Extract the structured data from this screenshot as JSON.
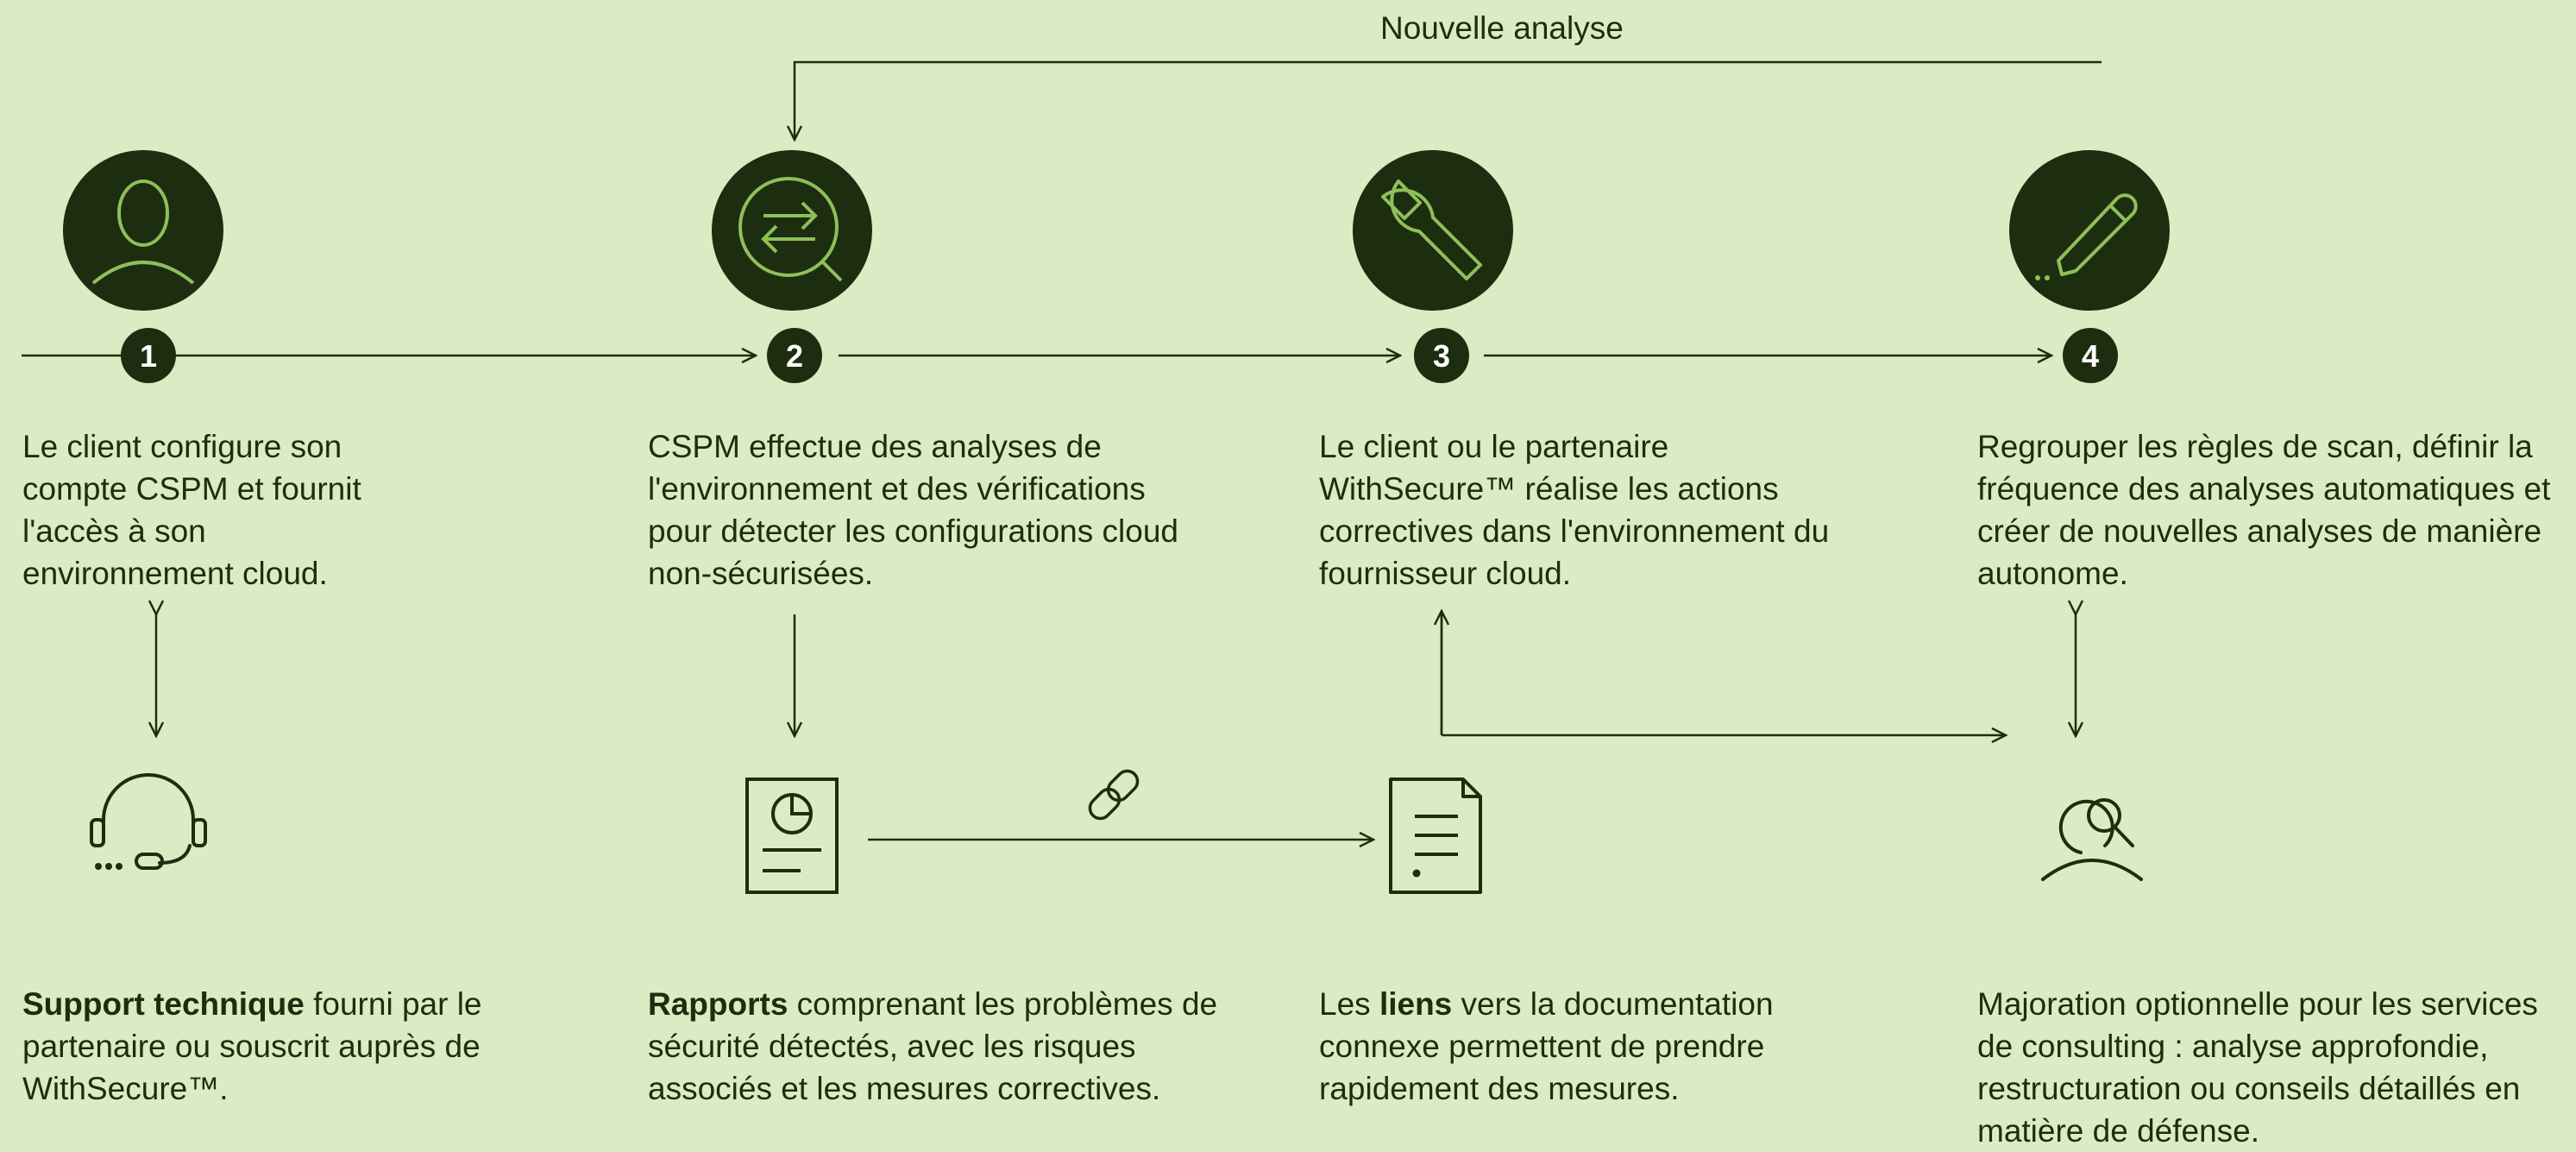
{
  "loop_label": "Nouvelle analyse",
  "steps": [
    {
      "number": "1",
      "icon": "user-icon",
      "text": "Le client configure son compte CSPM et fournit l'accès à son environnement cloud."
    },
    {
      "number": "2",
      "icon": "scan-search-icon",
      "text": "CSPM effectue des analyses de l'environnement et des vérifications pour détecter les configurations cloud non-sécurisées."
    },
    {
      "number": "3",
      "icon": "wrench-icon",
      "text": "Le client ou le partenaire WithSecure™ réalise les actions correctives dans l'environnement du fournisseur cloud."
    },
    {
      "number": "4",
      "icon": "pencil-icon",
      "text": "Regrouper les règles de scan, définir la fréquence des analyses automatiques et créer de nouvelles analyses de manière autonome."
    }
  ],
  "bottom": [
    {
      "icon": "headset-icon",
      "bold": "Support technique",
      "rest": " fourni par le partenaire ou souscrit auprès de WithSecure™."
    },
    {
      "icon": "report-icon",
      "bold": "Rapports",
      "rest": " comprenant les problèmes de sécurité détectés, avec les risques associés et les mesures correctives."
    },
    {
      "icon": "document-icon",
      "pre": "Les ",
      "bold": "liens",
      "rest": " vers la documentation connexe permettent de prendre rapidement des mesures."
    },
    {
      "icon": "consultant-icon",
      "text": "Majoration optionnelle pour les services de consulting : analyse approfondie, restructuration ou conseils détaillés en matière de défense."
    }
  ],
  "colors": {
    "background": "#dcebc4",
    "dark": "#1c2e0f",
    "accent": "#8fbf5a"
  }
}
